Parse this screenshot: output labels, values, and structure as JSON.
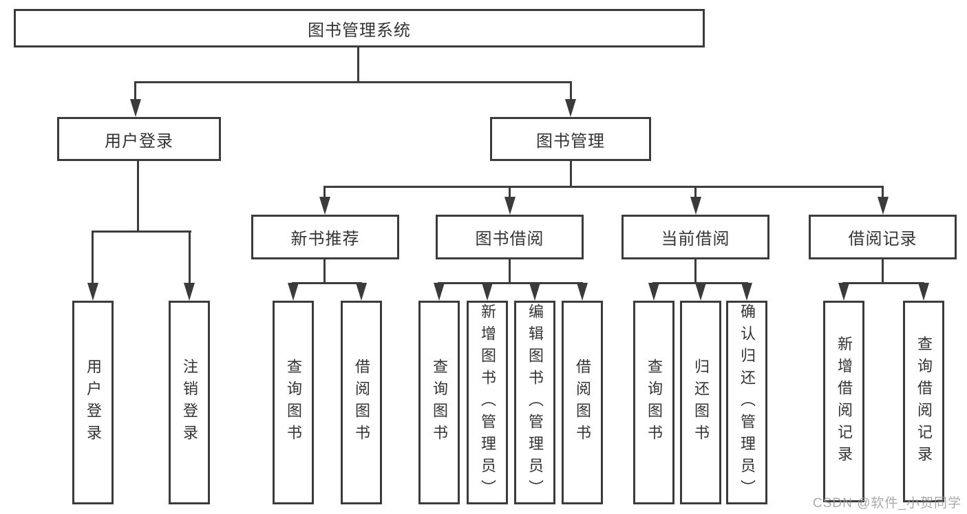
{
  "colors": {
    "line": "#3b3b3b",
    "text": "#333333",
    "box_fill": "#ffffff",
    "watermark": "#9b9b9b",
    "background": "#ffffff"
  },
  "tree": {
    "root": {
      "label": "图书管理系统"
    },
    "branches": [
      {
        "label": "用户登录",
        "children": [
          {
            "label": "用户登录"
          },
          {
            "label": "注销登录"
          }
        ]
      },
      {
        "label": "图书管理",
        "children": [
          {
            "label": "新书推荐",
            "children": [
              {
                "label": "查询图书"
              },
              {
                "label": "借阅图书"
              }
            ]
          },
          {
            "label": "图书借阅",
            "children": [
              {
                "label": "查询图书"
              },
              {
                "label": "新增图书（管理员）"
              },
              {
                "label": "编辑图书（管理员）"
              },
              {
                "label": "借阅图书"
              }
            ]
          },
          {
            "label": "当前借阅",
            "children": [
              {
                "label": "查询图书"
              },
              {
                "label": "归还图书"
              },
              {
                "label": "确认归还（管理员）"
              }
            ]
          },
          {
            "label": "借阅记录",
            "children": [
              {
                "label": "新增借阅记录"
              },
              {
                "label": "查询借阅记录"
              }
            ]
          }
        ]
      }
    ]
  },
  "watermark": {
    "text": "CSDN @软件_小贺同学"
  }
}
